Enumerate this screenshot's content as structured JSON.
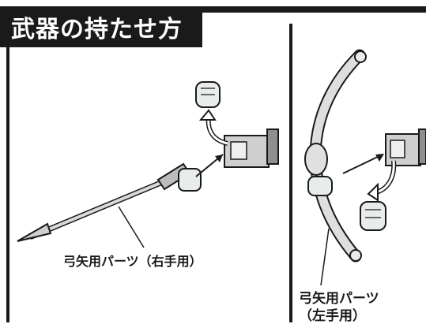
{
  "title": "武器の持たせ方",
  "labels": {
    "right_hand": "弓矢用パーツ（右手用）",
    "left_hand_line1": "弓矢用パーツ",
    "left_hand_line2": "（左手用）"
  },
  "colors": {
    "ink": "#1a1a1a",
    "part_gray": "#cfcfcf",
    "part_light": "#e9ecec"
  }
}
